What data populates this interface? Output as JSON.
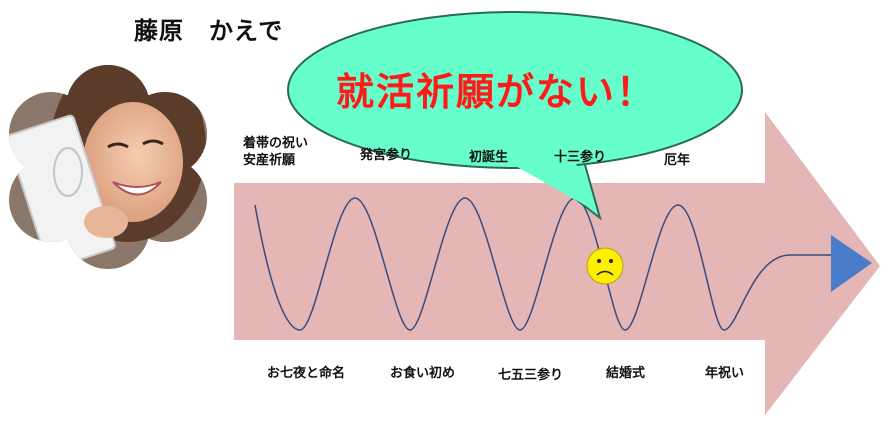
{
  "person": {
    "name": "藤原　かえで"
  },
  "bubble": {
    "text": "就活祈願がない！"
  },
  "life_events": {
    "top": [
      {
        "line1": "着帯の祝い",
        "line2": "安産祈願"
      },
      {
        "line1": "発宮参り"
      },
      {
        "line1": "初誕生"
      },
      {
        "line1": "十三参り"
      },
      {
        "line1": "厄年"
      }
    ],
    "bottom": [
      {
        "line1": "お七夜と命名"
      },
      {
        "line1": "お食い初め"
      },
      {
        "line1": "七五三参り"
      },
      {
        "line1": "結婚式"
      },
      {
        "line1": "年祝い"
      }
    ]
  },
  "colors": {
    "arrow_fill": "#e5b6b6",
    "bubble_fill": "#66ffcc",
    "bubble_text": "#ff1a1a",
    "wave": "#3a4a7a",
    "end_triangle": "#4a7dc9",
    "face": "#ffee00"
  },
  "icons": {
    "face": "sad-face-icon",
    "end": "triangle-right-icon"
  }
}
